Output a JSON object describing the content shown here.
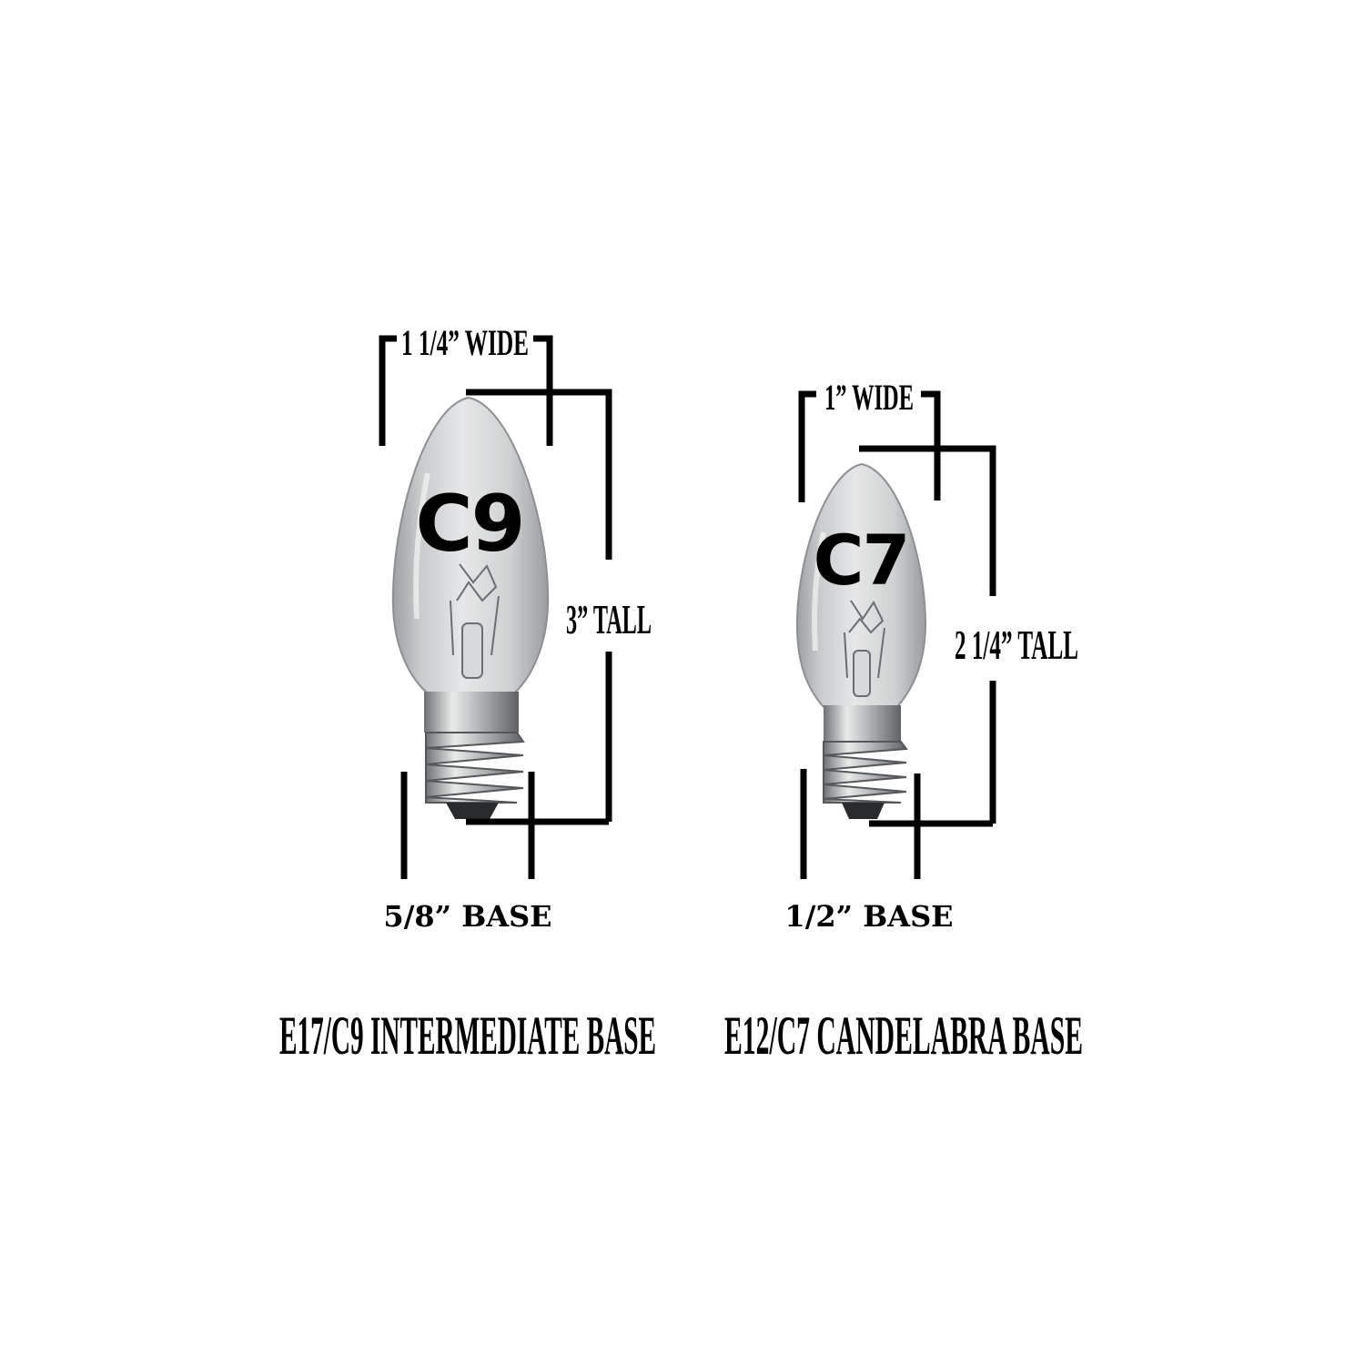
{
  "bulbs": [
    {
      "id": "C9",
      "width_label": "1 1/4” WIDE",
      "height_label": "3” TALL",
      "base_label": "5/8” BASE",
      "type_label": "E17/C9 INTERMEDIATE BASE"
    },
    {
      "id": "C7",
      "width_label": "1” WIDE",
      "height_label": "2 1/4” TALL",
      "base_label": "1/2” BASE",
      "type_label": "E12/C7 CANDELABRA BASE"
    }
  ],
  "colors": {
    "background": "#ffffff",
    "lines": "#000000",
    "glass": "#c9cbcc",
    "metal": "#b9bcbd"
  }
}
